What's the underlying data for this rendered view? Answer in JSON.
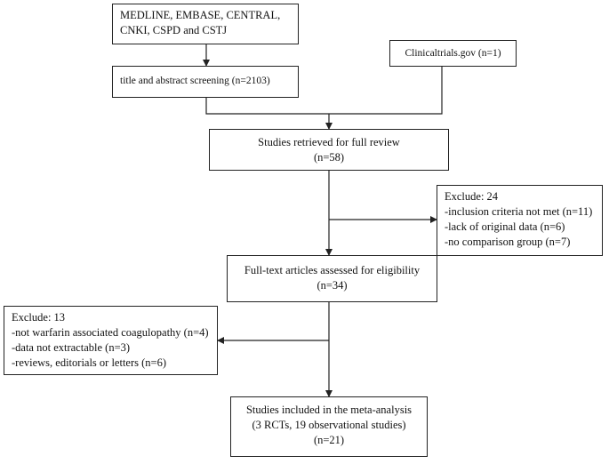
{
  "flowchart": {
    "databases": {
      "lines": [
        "MEDLINE, EMBASE, CENTRAL,",
        "CNKI, CSPD and CSTJ"
      ]
    },
    "clinicaltrials": {
      "lines": [
        "Clinicaltrials.gov (n=1)"
      ]
    },
    "screening": {
      "lines": [
        "title and abstract screening (n=2103)"
      ]
    },
    "full_review": {
      "lines": [
        "Studies retrieved for full review",
        "(n=58)"
      ]
    },
    "exclude_24": {
      "lines": [
        "Exclude: 24",
        "-inclusion criteria not met (n=11)",
        "-lack of original data (n=6)",
        "-no comparison group (n=7)"
      ]
    },
    "eligibility": {
      "lines": [
        "Full-text articles assessed for eligibility",
        "(n=34)"
      ]
    },
    "exclude_13": {
      "lines": [
        "Exclude: 13",
        "-not warfarin associated coagulopathy (n=4)",
        "-data not extractable (n=3)",
        "-reviews, editorials or letters (n=6)"
      ]
    },
    "included": {
      "lines": [
        "Studies included in the meta-analysis",
        "(3 RCTs, 19 observational studies)",
        "(n=21)"
      ]
    }
  }
}
